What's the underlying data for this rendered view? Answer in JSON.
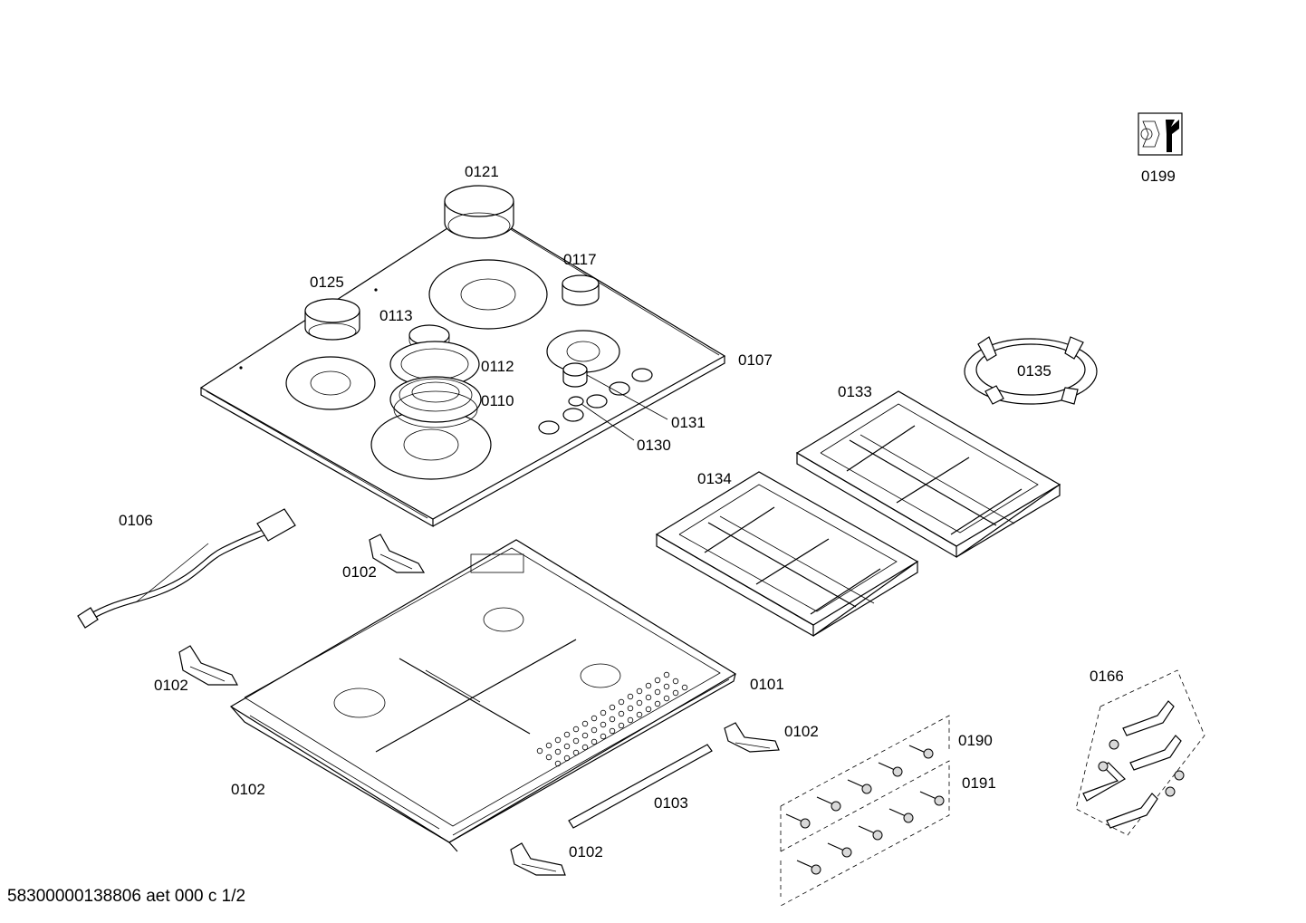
{
  "labels": {
    "p0199": "0199",
    "p0121": "0121",
    "p0117": "0117",
    "p0125": "0125",
    "p0113": "0113",
    "p0112": "0112",
    "p0110": "0110",
    "p0107": "0107",
    "p0131": "0131",
    "p0130": "0130",
    "p0135": "0135",
    "p0133": "0133",
    "p0134": "0134",
    "p0106": "0106",
    "p0102_a": "0102",
    "p0102_b": "0102",
    "p0102_c": "0102",
    "p0102_d": "0102",
    "p0102_e": "0102",
    "p0101": "0101",
    "p0103": "0103",
    "p0166": "0166",
    "p0190": "0190",
    "p0191": "0191"
  },
  "footer": "58300000138806 aet 000 c 1/2",
  "icons": [
    "service-tool-icon"
  ]
}
